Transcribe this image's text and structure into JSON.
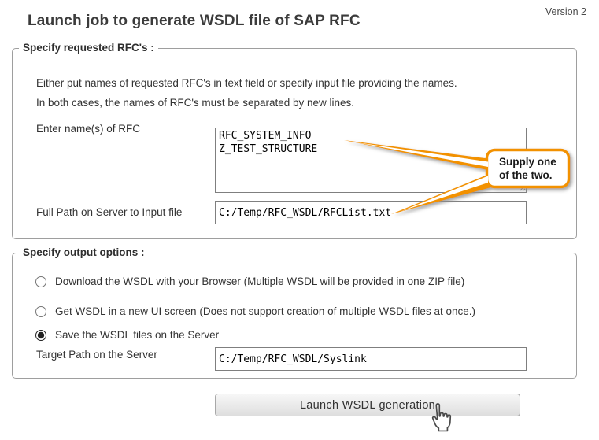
{
  "page": {
    "version_label": "Version 2",
    "title": "Launch job to generate WSDL file of SAP RFC"
  },
  "rfc_section": {
    "legend": "Specify requested RFC's :",
    "instruction_line1": "Either put names of requested RFC's in text field or specify input file providing the names.",
    "instruction_line2": "In both cases, the names of RFC's must be separated by new lines.",
    "rfc_names_label": "Enter name(s) of RFC",
    "rfc_names_value": "RFC_SYSTEM_INFO\nZ_TEST_STRUCTURE",
    "input_file_label": "Full Path on Server to Input file",
    "input_file_value": "C:/Temp/RFC_WSDL/RFCList.txt"
  },
  "callout": {
    "line1": "Supply one",
    "line2": "of the two.",
    "accent_color": "#F29105"
  },
  "output_section": {
    "legend": "Specify output options :",
    "options": [
      {
        "label": "Download the WSDL with your Browser (Multiple WSDL will be provided in one ZIP file)",
        "selected": false
      },
      {
        "label": "Get WSDL in a new UI screen (Does not support creation of multiple WSDL files at once.)",
        "selected": false
      },
      {
        "label": "Save the WSDL files on the Server",
        "selected": true
      }
    ],
    "target_path_label": "Target Path on the Server",
    "target_path_value": "C:/Temp/RFC_WSDL/Syslink"
  },
  "actions": {
    "launch_button_label": "Launch WSDL generation"
  }
}
